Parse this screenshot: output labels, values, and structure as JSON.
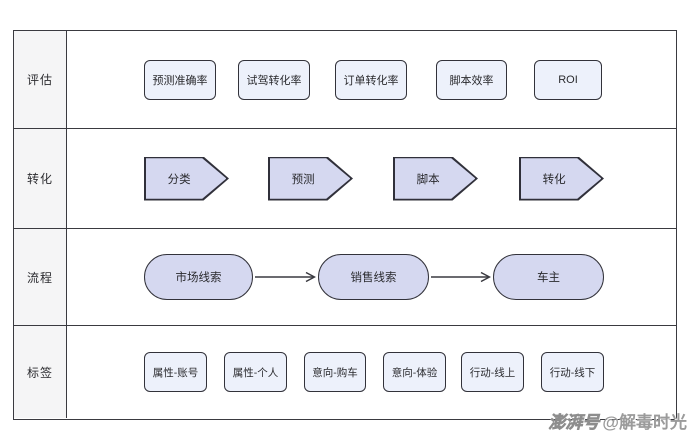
{
  "lanes": [
    {
      "label": "评估",
      "items": [
        "预测准确率",
        "试驾转化率",
        "订单转化率",
        "脚本效率",
        "ROI"
      ]
    },
    {
      "label": "转化",
      "items": [
        "分类",
        "预测",
        "脚本",
        "转化"
      ]
    },
    {
      "label": "流程",
      "items": [
        "市场线索",
        "销售线索",
        "车主"
      ]
    },
    {
      "label": "标签",
      "items": [
        "属性-账号",
        "属性-个人",
        "意向-购车",
        "意向-体验",
        "行动-线上",
        "行动-线下"
      ]
    }
  ],
  "watermark": {
    "platform": "澎湃号",
    "account": "@解毒时光"
  },
  "colors": {
    "metric_box_fill": "#edf1fb",
    "step_shape_fill": "#d5d8f0",
    "shape_border": "#32323a",
    "lane_label_bg": "#f5f5f6",
    "grid_border": "#3a3a40"
  }
}
